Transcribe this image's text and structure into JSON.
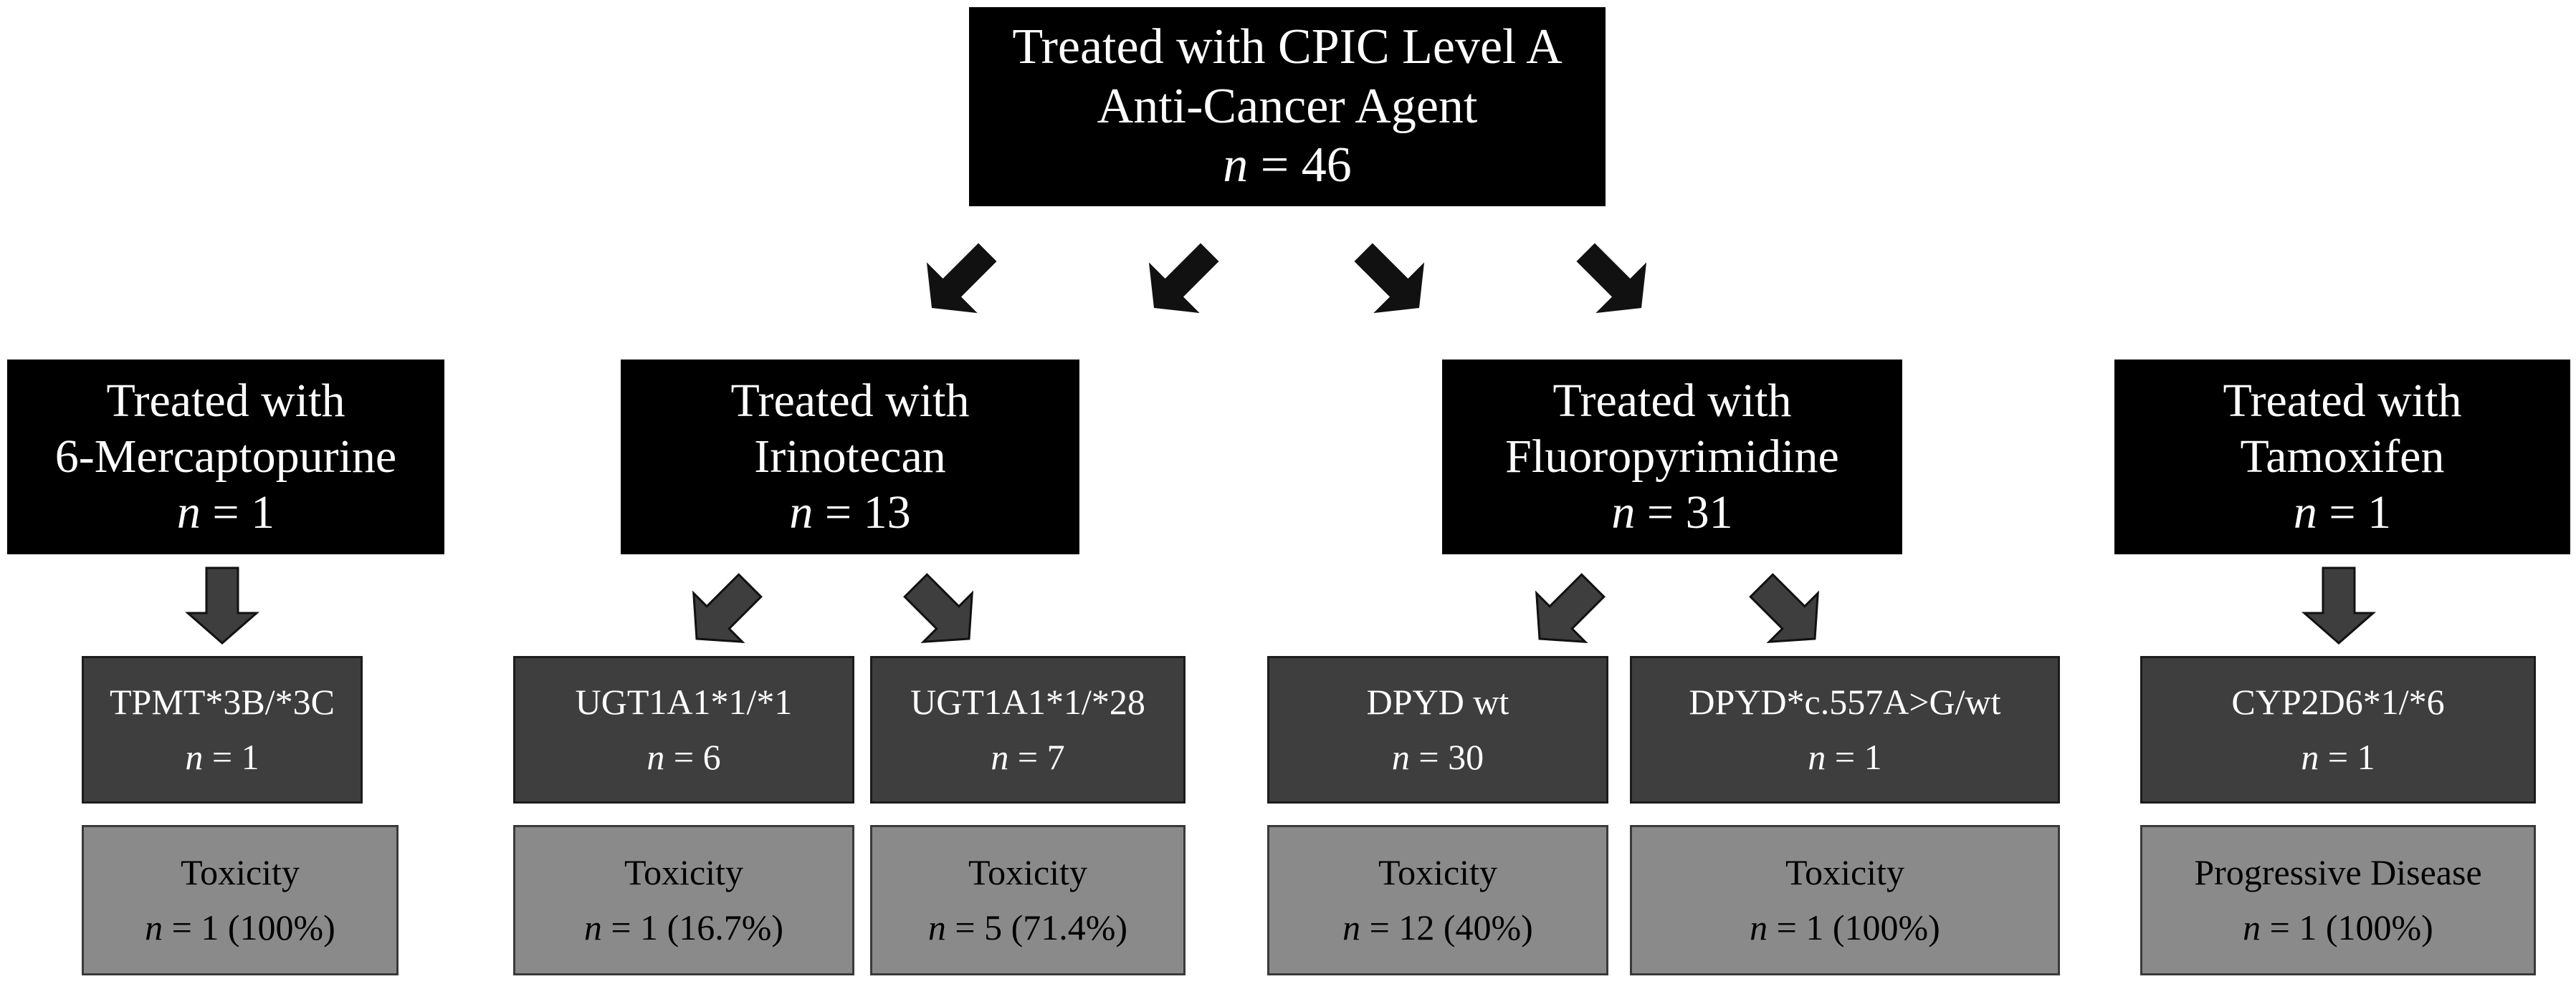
{
  "colors": {
    "primary_box": "#000000",
    "genotype_box": "#3e3e3e",
    "outcome_box": "#8a8a8a",
    "arrow_fill": "#111111",
    "small_arrow_fill": "#3e3e3e"
  },
  "root": {
    "line1": "Treated with CPIC Level A",
    "line2": "Anti-Cancer Agent",
    "n_label": "n",
    "n_value": " = 46"
  },
  "drugs": [
    {
      "line1": "Treated with",
      "line2": "6-Mercaptopurine",
      "n_label": "n",
      "n_value": " = 1",
      "genotypes": [
        {
          "label": "TPMT*3B/*3C",
          "n_label": "n",
          "n_value": " = 1",
          "outcome": "Toxicity",
          "outcome_n_label": "n",
          "outcome_n_value": " = 1 (100%)"
        }
      ]
    },
    {
      "line1": "Treated with",
      "line2": "Irinotecan",
      "n_label": "n",
      "n_value": " = 13",
      "genotypes": [
        {
          "label": "UGT1A1*1/*1",
          "n_label": "n",
          "n_value": " = 6",
          "outcome": "Toxicity",
          "outcome_n_label": "n",
          "outcome_n_value": " = 1 (16.7%)"
        },
        {
          "label": "UGT1A1*1/*28",
          "n_label": "n",
          "n_value": " = 7",
          "outcome": "Toxicity",
          "outcome_n_label": "n",
          "outcome_n_value": " = 5 (71.4%)"
        }
      ]
    },
    {
      "line1": "Treated with",
      "line2": "Fluoropyrimidine",
      "n_label": "n",
      "n_value": " = 31",
      "genotypes": [
        {
          "label": "DPYD wt",
          "n_label": "n",
          "n_value": " = 30",
          "outcome": "Toxicity",
          "outcome_n_label": "n",
          "outcome_n_value": " = 12 (40%)"
        },
        {
          "label": "DPYD*c.557A>G/wt",
          "n_label": "n",
          "n_value": " = 1",
          "outcome": "Toxicity",
          "outcome_n_label": "n",
          "outcome_n_value": " = 1 (100%)"
        }
      ]
    },
    {
      "line1": "Treated with",
      "line2": "Tamoxifen",
      "n_label": "n",
      "n_value": " = 1",
      "genotypes": [
        {
          "label": "CYP2D6*1/*6",
          "n_label": "n",
          "n_value": " = 1",
          "outcome": "Progressive Disease",
          "outcome_n_label": "n",
          "outcome_n_value": " = 1 (100%)"
        }
      ]
    }
  ]
}
